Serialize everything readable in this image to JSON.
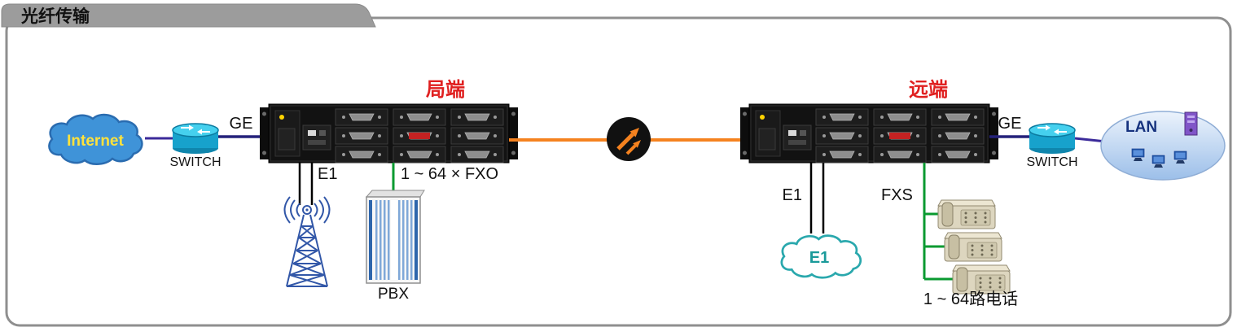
{
  "title": "光纤传输",
  "nodes": {
    "internet": {
      "label": "Internet"
    },
    "switch_left": {
      "label": "SWITCH"
    },
    "device_left": {
      "label": "局端"
    },
    "pbx": {
      "label": "PBX"
    },
    "device_right": {
      "label": "远端"
    },
    "e1_cloud": {
      "label": "E1"
    },
    "phones": {
      "label": "1 ~ 64路电话"
    },
    "switch_right": {
      "label": "SWITCH"
    },
    "lan": {
      "label": "LAN"
    }
  },
  "links": {
    "ge_left": {
      "label": "GE",
      "color": "#24217a"
    },
    "e1_left": {
      "label": "E1",
      "color": "#000000"
    },
    "fxo": {
      "label": "1 ~ 64 × FXO",
      "color": "#0a9a30"
    },
    "fiber": {
      "color": "#f5821f"
    },
    "e1_right": {
      "label": "E1",
      "color": "#000000"
    },
    "fxs": {
      "label": "FXS",
      "color": "#0a9a30"
    },
    "ge_right": {
      "label": "GE",
      "color": "#24217a"
    }
  },
  "colors": {
    "endpoint_label": "#e02020",
    "tab_background": "#9c9c9c",
    "border": "#8f8f8f",
    "fiber_line": "#f5821f",
    "voice_line": "#0a9a30",
    "ge_line": "#24217a"
  }
}
